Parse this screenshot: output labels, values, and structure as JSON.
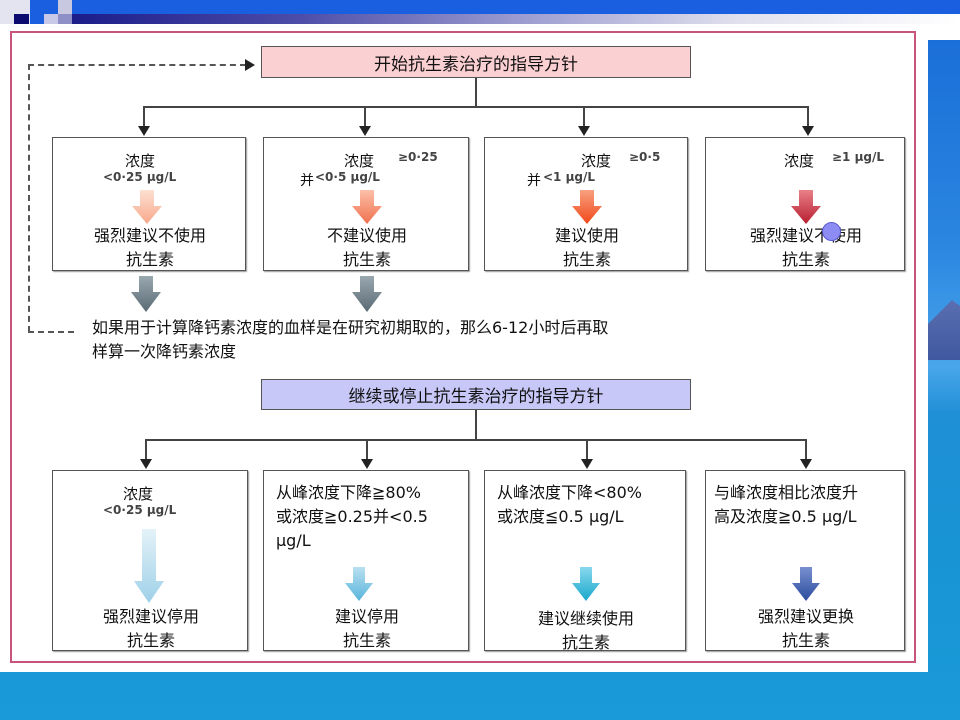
{
  "colors": {
    "frame_border": "#c9547a",
    "start_header_bg": "#fbd0d2",
    "continue_header_bg": "#c8c8f8",
    "top_bar": "#1a5fe0"
  },
  "start_section": {
    "header": "开始抗生素治疗的指导方针",
    "boxes": [
      {
        "cond_cn": "浓度",
        "cond_val": "<0·25 μg/L",
        "cond_prefix": "",
        "cond_suffix": "",
        "arrow_color": "salmon-light",
        "result_line1": "强烈建议不使用",
        "result_line2": "抗生素"
      },
      {
        "cond_cn": "浓度",
        "cond_suffix": "≥0·25",
        "cond_prefix": "并",
        "cond_val": "<0·5 μg/L",
        "arrow_color": "salmon",
        "result_line1": "不建议使用",
        "result_line2": "抗生素"
      },
      {
        "cond_cn": "浓度",
        "cond_suffix": "≥0·5",
        "cond_prefix": "并",
        "cond_val": "<1 μg/L",
        "arrow_color": "orange-red",
        "result_line1": "建议使用",
        "result_line2": "抗生素"
      },
      {
        "cond_cn": "浓度",
        "cond_suffix": "≥1 μg/L",
        "cond_prefix": "",
        "cond_val": "",
        "arrow_color": "dark-red",
        "result_line1": "强烈建议不使用",
        "result_line2": "抗生素"
      }
    ],
    "note_line1": "如果用于计算降钙素浓度的血样是在研究初期取的，那么6-12小时后再取",
    "note_line2": "样算一次降钙素浓度"
  },
  "continue_section": {
    "header": "继续或停止抗生素治疗的指导方针",
    "boxes": [
      {
        "cond_line1": "浓度",
        "cond_line2": "<0·25 μg/L",
        "cond_line3": "",
        "result_line1": "强烈建议停用",
        "result_line2": "抗生素"
      },
      {
        "cond_line1": "从峰浓度下降≧80%",
        "cond_line2": "或浓度≧0.25并<0.5",
        "cond_line3": "μg/L",
        "result_line1": "建议停用",
        "result_line2": "抗生素"
      },
      {
        "cond_line1": "从峰浓度下降<80%",
        "cond_line2": "或浓度≦0.5 μg/L",
        "cond_line3": "",
        "result_line1": "建议继续使用",
        "result_line2": "抗生素"
      },
      {
        "cond_line1": "与峰浓度相比浓度升",
        "cond_line2": "高及浓度≧0.5 μg/L",
        "cond_line3": "",
        "result_line1": "强烈建议更换",
        "result_line2": "抗生素"
      }
    ]
  }
}
